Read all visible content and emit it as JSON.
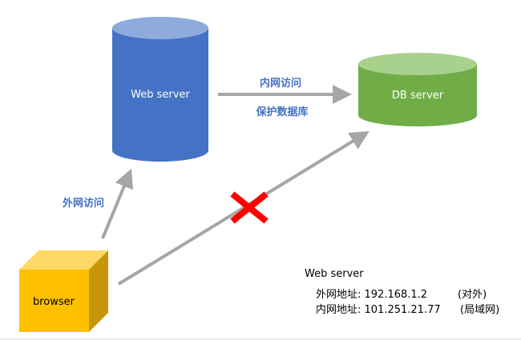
{
  "nodes": {
    "web_server": {
      "label": "Web server",
      "color": "#4472C4",
      "top_color": "#8FAADC",
      "text_color": "#ffffff"
    },
    "db_server": {
      "label": "DB server",
      "color": "#70AD47",
      "top_color": "#A9D18E",
      "text_color": "#ffffff"
    },
    "browser": {
      "label": "browser",
      "color": "#FFC000",
      "side_color": "#C8960C",
      "text_color": "#000000"
    }
  },
  "edges": {
    "web_to_db": {
      "label_line1": "内网访问",
      "label_line2": "保护数据库",
      "label_color": "#4472C4"
    },
    "browser_to_web": {
      "label": "外网访问",
      "label_color": "#4472C4"
    },
    "browser_to_db": {
      "blocked": true,
      "block_color": "#FF0000"
    },
    "arrow_color": "#A6A6A6"
  },
  "info": {
    "title": "Web server",
    "external_label": "外网地址: 192.168.1.2",
    "external_scope": "(对外)",
    "internal_label": "内网地址: 101.251.21.77",
    "internal_scope": "(局域网)"
  }
}
